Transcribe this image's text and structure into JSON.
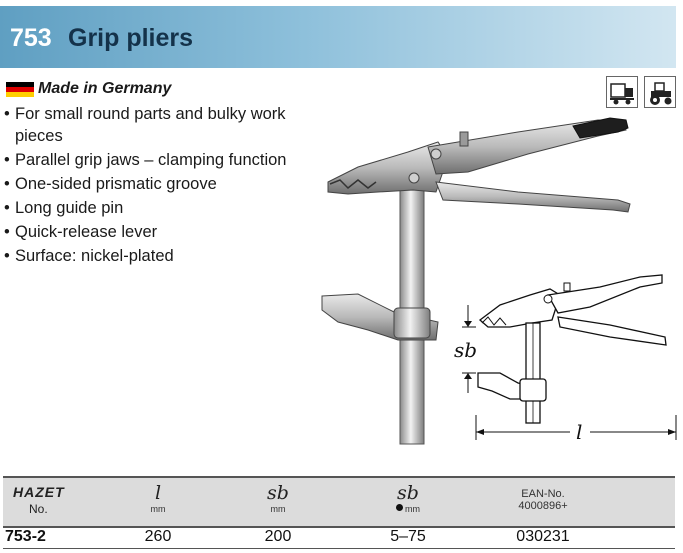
{
  "header": {
    "code": "753",
    "title": "Grip pliers"
  },
  "origin": {
    "text": "Made in Germany",
    "flag_colors": [
      "#000000",
      "#dd0000",
      "#ffce00"
    ]
  },
  "features": [
    "For small round parts and bulky work pieces",
    "Parallel grip jaws – clamping function",
    "One-sided prismatic groove",
    "Long guide pin",
    "Quick-release lever",
    "Surface: nickel-plated"
  ],
  "icons": [
    "truck-icon",
    "tractor-icon"
  ],
  "diagram": {
    "label_sb": "sb",
    "label_l": "l"
  },
  "table": {
    "brand": "HAZET",
    "no_label": "No.",
    "col_l": {
      "symbol": "l",
      "unit": "mm"
    },
    "col_sb": {
      "symbol": "sb",
      "unit": "mm"
    },
    "col_sb_round": {
      "symbol": "sb",
      "unit": "mm"
    },
    "ean_label": "EAN-No.",
    "ean_prefix": "4000896+",
    "rows": [
      {
        "no": "753-2",
        "l": "260",
        "sb": "200",
        "sb_round": "5–75",
        "ean": "030231"
      }
    ]
  },
  "colors": {
    "header_start": "#5f9fc2",
    "header_end": "#d2e6f1",
    "header_title": "#14324a",
    "table_head": "#dcdcdc"
  }
}
